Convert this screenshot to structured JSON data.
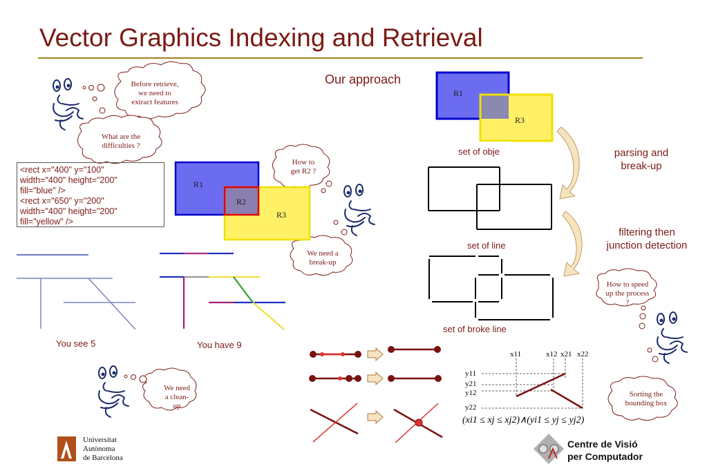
{
  "slide": {
    "title": "Vector Graphics Indexing and Retrieval",
    "approach_label": "Our approach",
    "code_lines": [
      "<rect x=\"400\" y=\"100\"",
      "width=\"400\" height=\"200\"",
      "fill=\"blue\" />",
      "<rect x=\"650\" y=\"200\"",
      "width=\"400\" height=\"200\"",
      "fill=\"yellow\" />"
    ],
    "bubbles": {
      "before_retrieve": [
        "Before retrieve,",
        "we need to",
        "extract features"
      ],
      "difficulties": [
        "What are the",
        "difficulties ?"
      ],
      "how_to_get": [
        "How to",
        "get R2 ?"
      ],
      "need_breakup": [
        "We need a",
        "break-up"
      ],
      "need_cleanup": [
        "We need",
        "a clean-",
        "up"
      ],
      "speed_up": [
        "How to speed",
        "up the process",
        "?"
      ],
      "sorting": [
        "Sorting the",
        "bounding box"
      ]
    },
    "rects": {
      "r1": "R1",
      "r2": "R2",
      "r3": "R3"
    },
    "labels": {
      "you_see": "You see 5",
      "you_have": "You have 9",
      "set_of_objects": "set of obje",
      "set_of_line": "set of line",
      "set_of_broke_line": "set of broke line",
      "parsing": [
        "parsing and",
        "break-up"
      ],
      "filtering": [
        "filtering then",
        "junction detection"
      ]
    },
    "coords": {
      "x_labels": [
        "x11",
        "x12",
        "x21",
        "x22"
      ],
      "y_labels": [
        "y11",
        "y21",
        "y12",
        "y22"
      ],
      "formula": "(xi1 ≤ xj ≤ xj2)∧(yi1 ≤ yj ≤ yj2)"
    },
    "logos": {
      "uab": [
        "Universitat",
        "Autònoma",
        "de Barcelona"
      ],
      "cvc": [
        "Centre de Visió",
        "per Computador"
      ]
    },
    "colors": {
      "title": "#7a1a14",
      "rule": "#a3801f",
      "blue_rect": "#6b6cf0",
      "yellow_rect": "#fff066",
      "red_outline": "#e00000",
      "arrow_fill": "#f5e4c0",
      "segment_dark": "#7a1010"
    }
  }
}
